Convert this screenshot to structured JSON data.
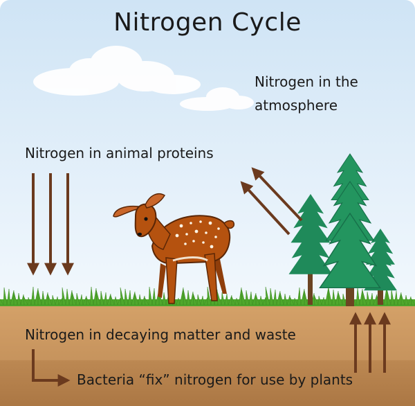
{
  "title": "Nitrogen Cycle",
  "labels": {
    "atmosphere": "Nitrogen in the atmosphere",
    "animal_proteins": "Nitrogen in animal proteins",
    "decaying_matter": "Nitrogen in decaying matter and waste",
    "bacteria_fix": "Bacteria “fix” nitrogen for use by plants"
  },
  "colors": {
    "sky_top": "#cfe4f5",
    "sky_bottom": "#f2f8fd",
    "soil_top": "#d19d63",
    "soil_bottom": "#ab7744",
    "grass": "#4fa82c",
    "arrow": "#6b3a1e",
    "tree": "#1f8a5a",
    "trunk": "#6b4423",
    "deer": "#b5520f"
  },
  "icons": [
    "cloud-icon",
    "deer-icon",
    "pine-tree-icon",
    "arrow-icon"
  ]
}
